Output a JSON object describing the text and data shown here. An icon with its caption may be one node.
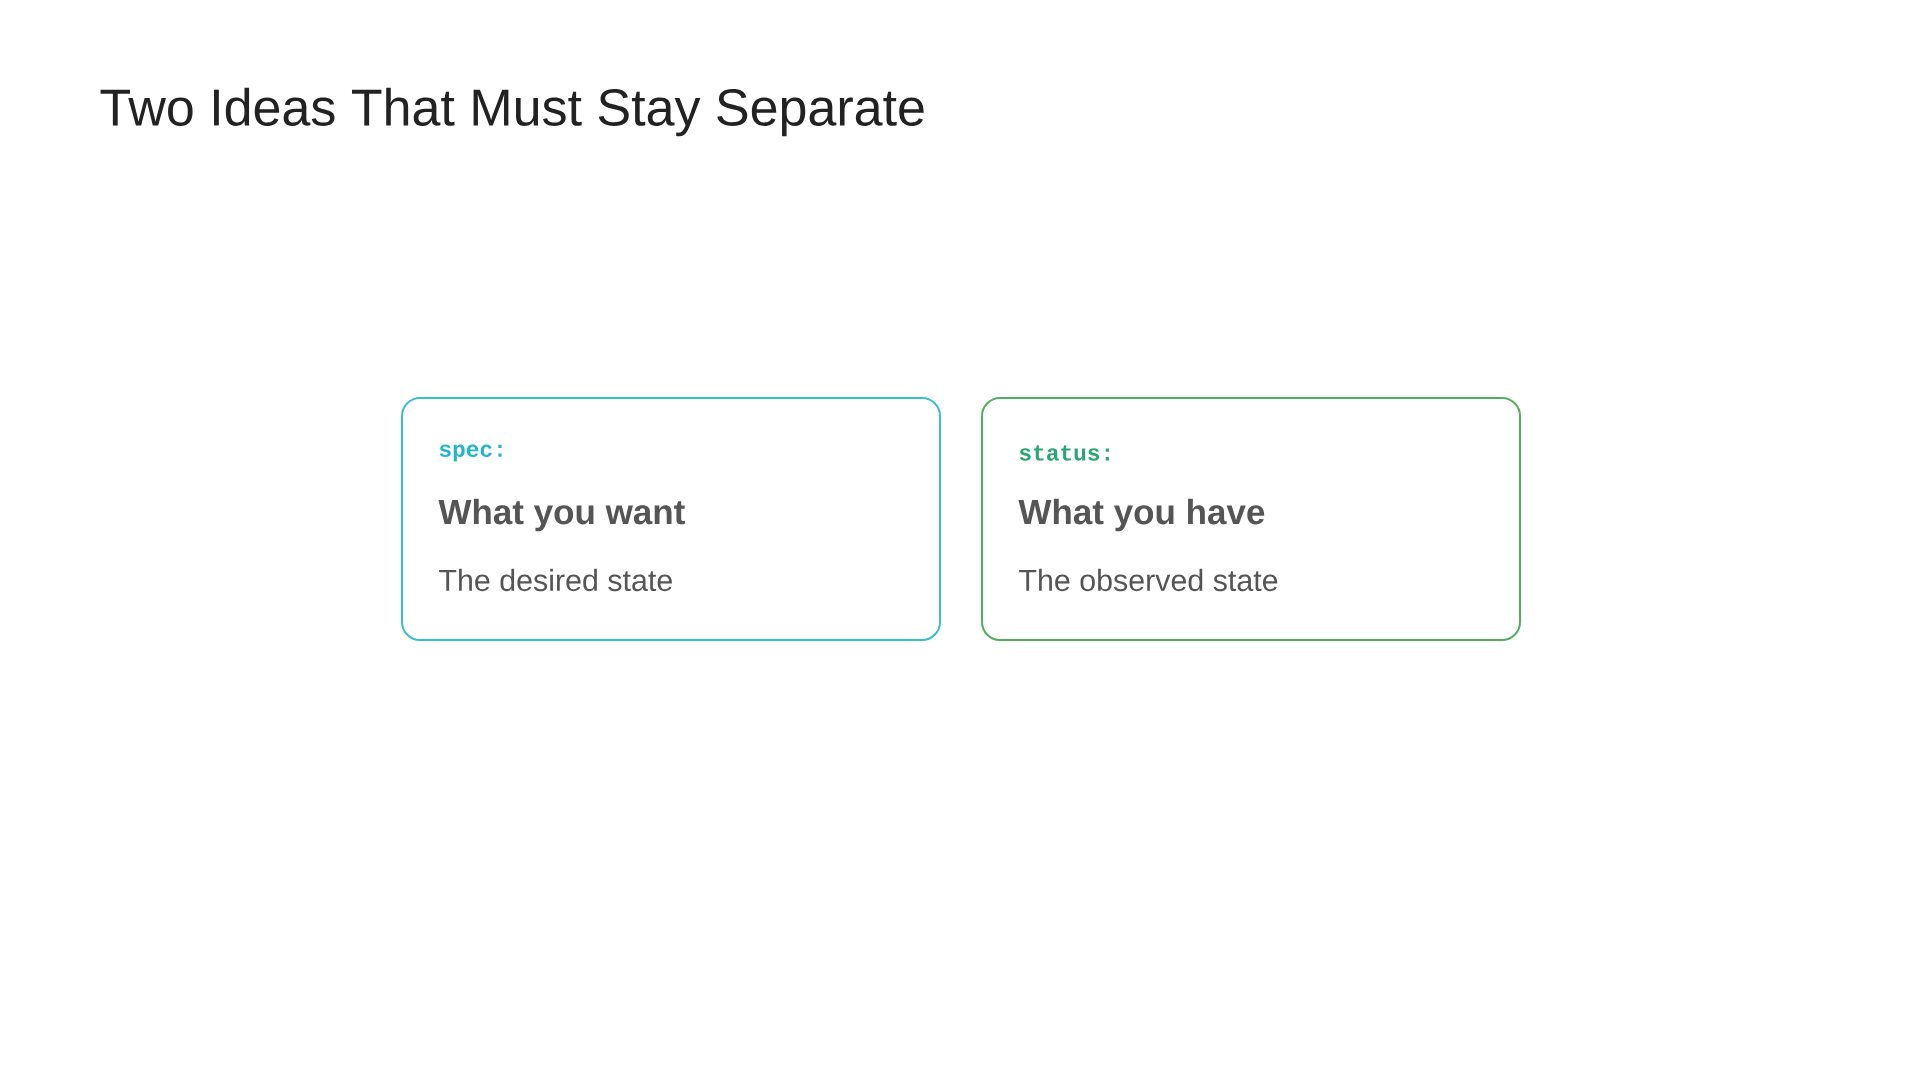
{
  "diagram": {
    "title": "Two Ideas That Must Stay Separate",
    "nodes": [
      {
        "text": [
          "spec:",
          "What you want",
          "The desired state"
        ]
      },
      {
        "text": [
          "status:",
          "What you have",
          "The observed state"
        ]
      }
    ]
  }
}
